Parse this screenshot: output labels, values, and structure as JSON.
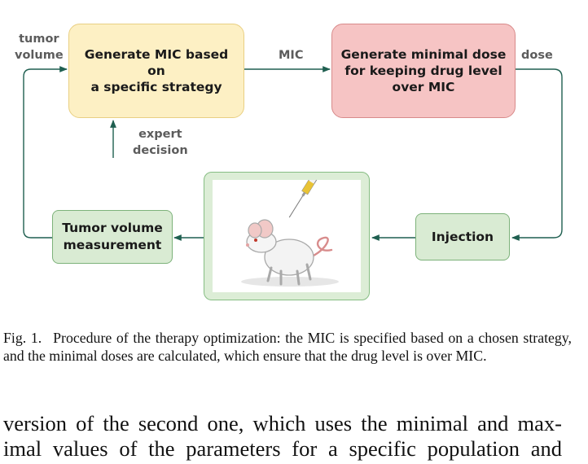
{
  "diagram": {
    "boxes": {
      "generate_mic": [
        "Generate MIC based on",
        "a specific strategy"
      ],
      "generate_dose": [
        "Generate minimal dose",
        "for keeping drug level",
        "over MIC"
      ],
      "injection": "Injection",
      "tumor_measurement": [
        "Tumor volume",
        "measurement"
      ]
    },
    "edge_labels": {
      "tumor_volume": [
        "tumor",
        "volume"
      ],
      "mic": "MIC",
      "dose": "dose",
      "expert_decision": [
        "expert",
        "decision"
      ]
    },
    "illustration": "mouse-with-syringe",
    "colors": {
      "arrow": "#1f5f50",
      "mic_box_fill": "#fdf0c4",
      "dose_box_fill": "#f6c4c4",
      "green_box_fill": "#d9ebd3"
    }
  },
  "caption": {
    "label": "Fig. 1.",
    "text": "Procedure of the therapy optimization: the MIC is specified based on a chosen strategy, and the minimal doses are calculated, which ensure that the drug level is over MIC."
  },
  "body_text": {
    "lines": [
      "version of the second one, which uses the minimal and max-",
      "imal values of the parameters for a specific population and"
    ]
  }
}
